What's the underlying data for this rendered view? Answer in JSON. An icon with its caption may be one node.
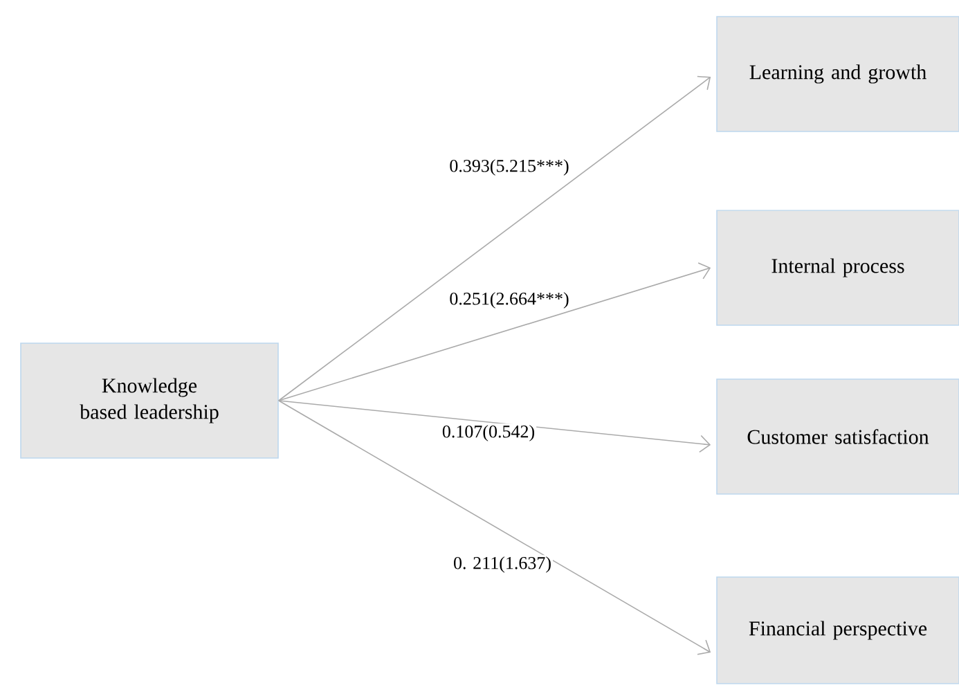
{
  "diagram": {
    "nodes": [
      {
        "text": [
          "Knowledge based leadership"
        ]
      },
      {
        "text": [
          "Learning and growth"
        ]
      },
      {
        "text": [
          "Internal process"
        ]
      },
      {
        "text": [
          "Customer satisfaction"
        ]
      },
      {
        "text": [
          "Financial perspective"
        ]
      }
    ],
    "edges": [
      {
        "from": 0,
        "to": 1,
        "arrow": "to",
        "label": "0.393(5.215***)"
      },
      {
        "from": 0,
        "to": 2,
        "arrow": "to",
        "label": "0.251(2.664***)"
      },
      {
        "from": 0,
        "to": 3,
        "arrow": "to",
        "label": "0.107(0.542)"
      },
      {
        "from": 0,
        "to": 4,
        "arrow": "to",
        "label": "0. 211(1.637)"
      }
    ]
  }
}
